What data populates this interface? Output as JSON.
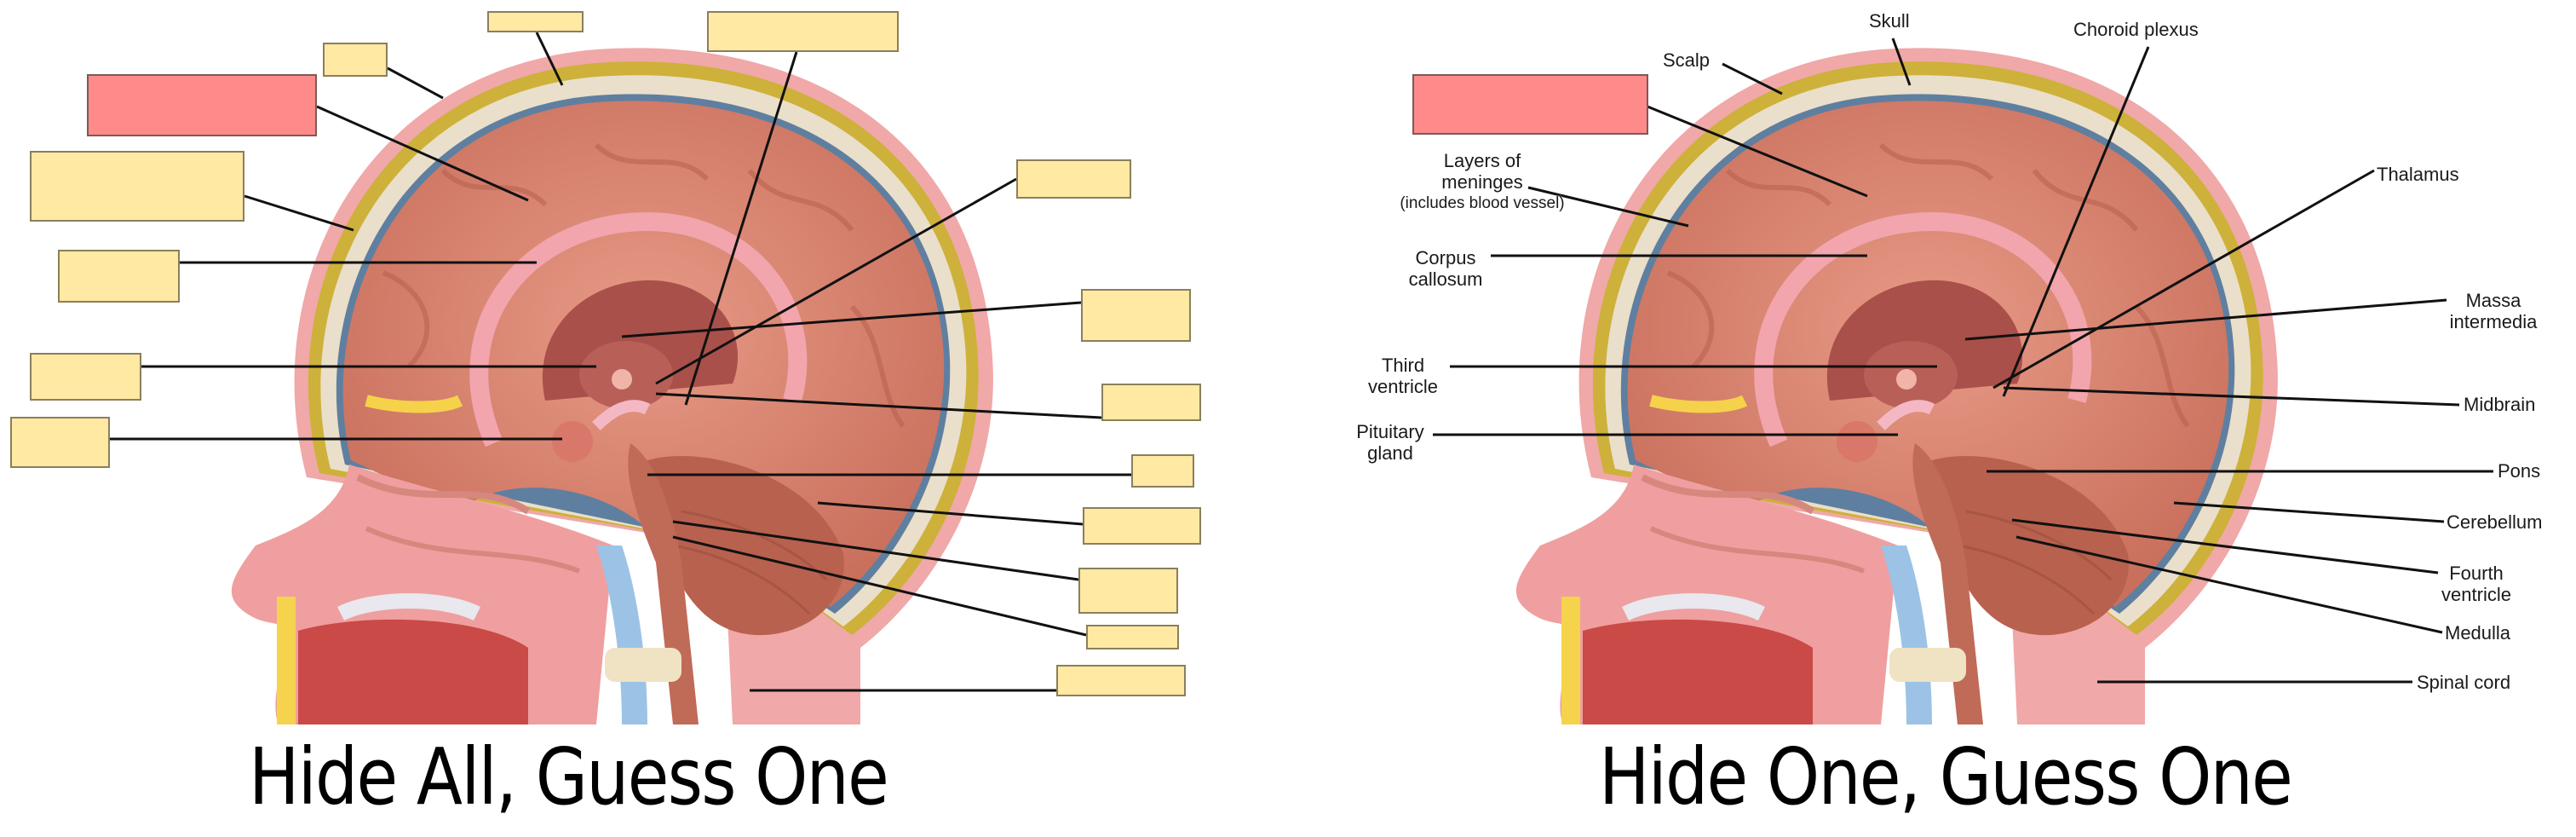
{
  "panels": {
    "left": {
      "caption": "Hide All, Guess One",
      "mode": "hide-all",
      "active_box": "cerebrum"
    },
    "right": {
      "caption": "Hide One, Guess One",
      "mode": "hide-one",
      "active_box": "cerebrum"
    }
  },
  "labels": {
    "scalp": "Scalp",
    "skull": "Skull",
    "choroid_plexus": "Choroid plexus",
    "meninges_line1": "Layers of",
    "meninges_line2": "meninges",
    "meninges_line3": "(includes blood vessel)",
    "thalamus": "Thalamus",
    "corpus_line1": "Corpus",
    "corpus_line2": "callosum",
    "massa_line1": "Massa",
    "massa_line2": "intermedia",
    "third_line1": "Third",
    "third_line2": "ventricle",
    "midbrain": "Midbrain",
    "pituitary_line1": "Pituitary",
    "pituitary_line2": "gland",
    "pons": "Pons",
    "cerebellum": "Cerebellum",
    "fourth_line1": "Fourth",
    "fourth_line2": "ventricle",
    "medulla": "Medulla",
    "spinal_cord": "Spinal cord"
  },
  "colors": {
    "hidden_box": "#FFE9A3",
    "active_box": "#FF8A8A",
    "box_border": "#8a7f5c"
  }
}
